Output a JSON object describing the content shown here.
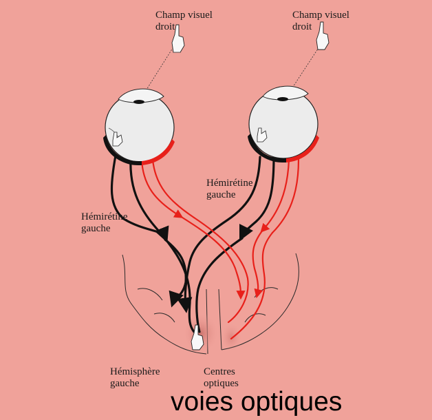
{
  "labels": {
    "visual_field_left": "Champ visuel\ndroit",
    "visual_field_right": "Champ visuel\ndroit",
    "hemiretina_left": "Hémirétine\ngauche",
    "hemiretina_right": "Hémirétine\ngauche",
    "hemisphere": "Hémisphère\ngauche",
    "optic_centers": "Centres\noptiques"
  },
  "caption": "voies optiques",
  "colors": {
    "background": "#f0a29a",
    "black_pathway": "#111111",
    "red_pathway": "#e8201a"
  }
}
